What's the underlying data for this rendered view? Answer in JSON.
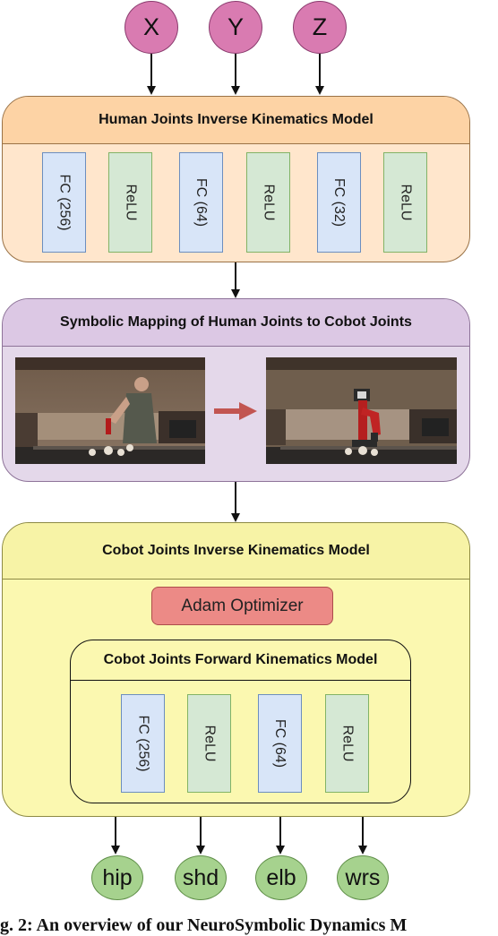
{
  "inputs": [
    "X",
    "Y",
    "Z"
  ],
  "outputs": [
    "hip",
    "shd",
    "elb",
    "wrs"
  ],
  "human_ik": {
    "title": "Human Joints Inverse Kinematics Model",
    "layers": [
      "FC (256)",
      "ReLU",
      "FC (64)",
      "ReLU",
      "FC (32)",
      "ReLU"
    ]
  },
  "symbolic": {
    "title": "Symbolic Mapping of Human Joints to Cobot Joints"
  },
  "cobot_ik": {
    "title": "Cobot Joints Inverse Kinematics Model",
    "optimizer": "Adam Optimizer",
    "forward": {
      "title": "Cobot Joints Forward Kinematics Model",
      "layers": [
        "FC (256)",
        "ReLU",
        "FC (64)",
        "ReLU"
      ]
    }
  },
  "caption_fragment": "g. 2: An overview of our NeuroSymbolic Dynamics M",
  "colors": {
    "input_node": "#d97bb1",
    "output_node": "#a6d28e",
    "human_panel": "#ffe6cc",
    "human_header": "#fdd3a5",
    "symbolic_panel": "#e4d8ea",
    "symbolic_header": "#dcc8e4",
    "cobot_panel": "#fbf8b0",
    "cobot_header": "#f7f3a6",
    "fc_layer": "#d8e5f8",
    "relu_layer": "#d5e8d4",
    "optimizer": "#ec8a86",
    "mapping_arrow": "#c25551"
  }
}
